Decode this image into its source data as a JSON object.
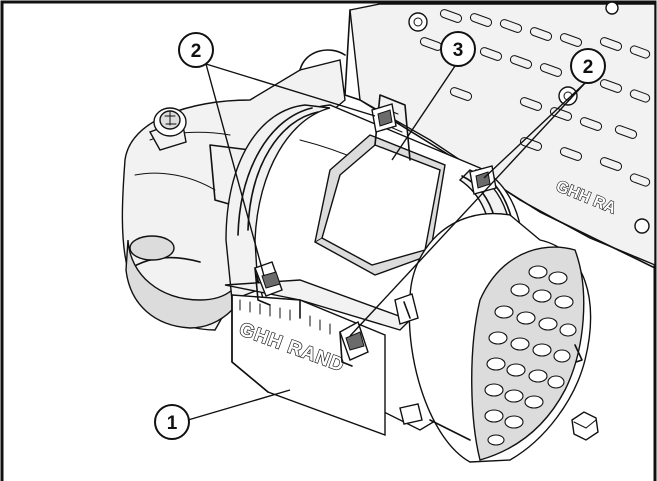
{
  "diagram": {
    "callouts": [
      {
        "label": "1",
        "part": "mounting plate"
      },
      {
        "label": "2",
        "part": "clamp latch"
      },
      {
        "label": "2",
        "part": "clamp latch"
      },
      {
        "label": "3",
        "part": "filter housing"
      }
    ],
    "plate_lettering": "GHH RAND",
    "panel_lettering": "GHH RA",
    "colors": {
      "ink": "#111111",
      "background": "#ffffff",
      "shade": "#dcdcdc"
    }
  }
}
